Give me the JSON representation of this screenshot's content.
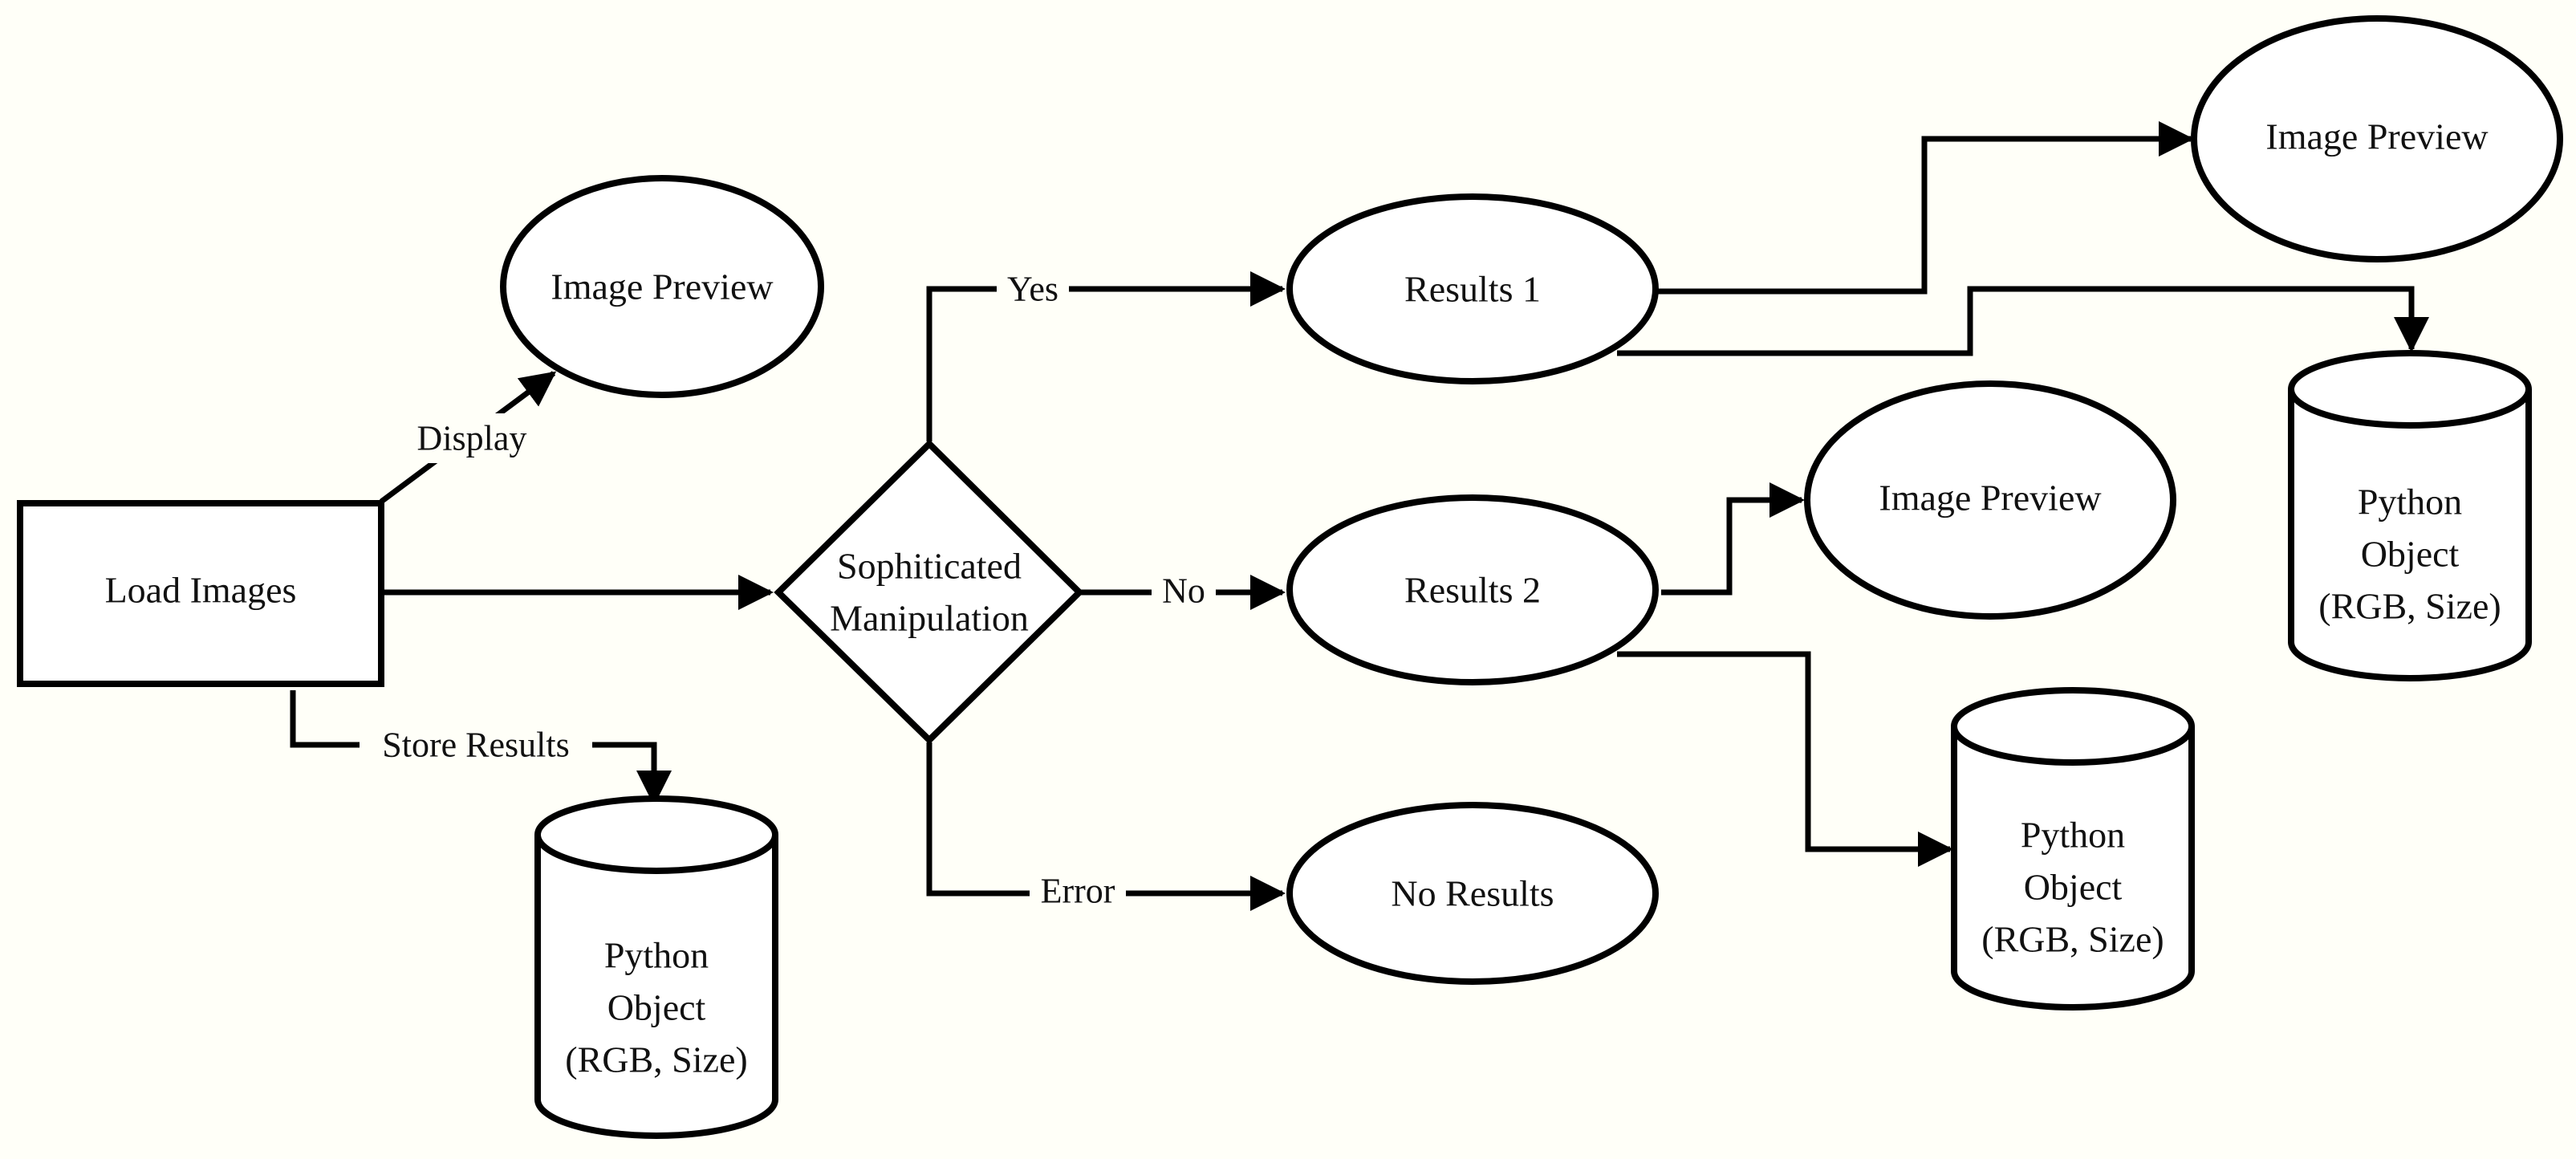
{
  "colors": {
    "background": "#fffff8",
    "stroke": "#000000",
    "text": "#111111"
  },
  "nodes": {
    "load_images": "Load Images",
    "image_preview_top": "Image Preview",
    "decision": [
      "Sophiticated",
      "Manipulation"
    ],
    "store_object": [
      "Python",
      "Object",
      "(RGB, Size)"
    ],
    "results_1": "Results 1",
    "results_2": "Results 2",
    "no_results": "No Results",
    "image_preview_r1": "Image Preview",
    "image_preview_r2": "Image Preview",
    "object_r1": [
      "Python",
      "Object",
      "(RGB, Size)"
    ],
    "object_r2": [
      "Python",
      "Object",
      "(RGB, Size)"
    ]
  },
  "edges": {
    "display": "Display",
    "store_results": "Store Results",
    "yes": "Yes",
    "no": "No",
    "error": "Error"
  }
}
